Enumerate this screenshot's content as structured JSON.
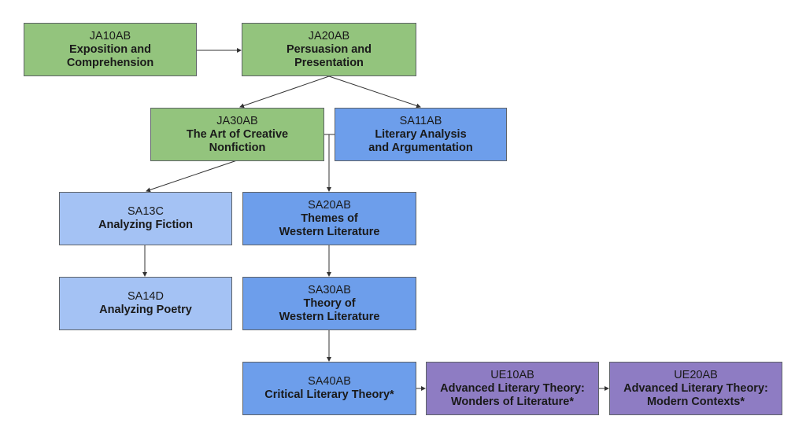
{
  "colors": {
    "green": "#93c47d",
    "blue": "#6d9eeb",
    "lightblue": "#a4c2f4",
    "purple": "#8e7cc3",
    "border": "#5f6368",
    "connector": "#333333"
  },
  "courses": [
    {
      "id": "ja10ab",
      "code": "JA10AB",
      "title_lines": [
        "Exposition and",
        "Comprehension"
      ],
      "color": "green"
    },
    {
      "id": "ja20ab",
      "code": "JA20AB",
      "title_lines": [
        "Persuasion and",
        "Presentation"
      ],
      "color": "green"
    },
    {
      "id": "ja30ab",
      "code": "JA30AB",
      "title_lines": [
        "The Art of Creative",
        "Nonfiction"
      ],
      "color": "green"
    },
    {
      "id": "sa11ab",
      "code": "SA11AB",
      "title_lines": [
        "Literary Analysis",
        "and Argumentation"
      ],
      "color": "blue"
    },
    {
      "id": "sa13c",
      "code": "SA13C",
      "title_lines": [
        "Analyzing Fiction"
      ],
      "color": "lightblue"
    },
    {
      "id": "sa14d",
      "code": "SA14D",
      "title_lines": [
        "Analyzing Poetry"
      ],
      "color": "lightblue"
    },
    {
      "id": "sa20ab",
      "code": "SA20AB",
      "title_lines": [
        "Themes of",
        "Western Literature"
      ],
      "color": "blue"
    },
    {
      "id": "sa30ab",
      "code": "SA30AB",
      "title_lines": [
        "Theory of",
        "Western Literature"
      ],
      "color": "blue"
    },
    {
      "id": "sa40ab",
      "code": "SA40AB",
      "title_lines": [
        "Critical Literary Theory*"
      ],
      "color": "blue"
    },
    {
      "id": "ue10ab",
      "code": "UE10AB",
      "title_lines": [
        "Advanced Literary Theory:",
        "Wonders of Literature*"
      ],
      "color": "purple"
    },
    {
      "id": "ue20ab",
      "code": "UE20AB",
      "title_lines": [
        "Advanced Literary Theory:",
        "Modern Contexts*"
      ],
      "color": "purple"
    }
  ],
  "edges": [
    {
      "from": "JA10AB",
      "to": "JA20AB"
    },
    {
      "from": "JA20AB",
      "to": "JA30AB"
    },
    {
      "from": "JA20AB",
      "to": "SA11AB"
    },
    {
      "from": "JA30AB",
      "to": "SA13C"
    },
    {
      "from": "JA30AB + SA11AB",
      "to": "SA20AB"
    },
    {
      "from": "SA13C",
      "to": "SA14D"
    },
    {
      "from": "SA20AB",
      "to": "SA30AB"
    },
    {
      "from": "SA30AB",
      "to": "SA40AB"
    },
    {
      "from": "SA40AB",
      "to": "UE10AB"
    },
    {
      "from": "UE10AB",
      "to": "UE20AB"
    }
  ]
}
